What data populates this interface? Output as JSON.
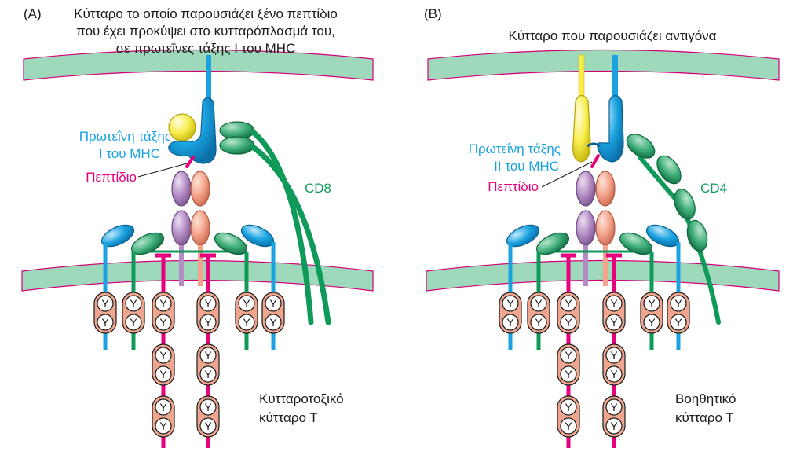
{
  "panelA": {
    "letter": "(A)",
    "title_line1": "Κύτταρο το οποίο παρουσιάζει ξένο πεπτίδιο",
    "title_line2": "που έχει προκύψει στο κυτταρόπλασμά του,",
    "title_line3": "σε πρωτεΐνες   τάξης Ι του MHC",
    "mhc_line1": "Πρωτεΐνη τάξης",
    "mhc_line2": "Ι του MHC",
    "peptide": "Πεπτίδιο",
    "coreceptor": "CD8",
    "cell_line1": "Κυτταροτοξικό",
    "cell_line2": "κύτταρο Τ"
  },
  "panelB": {
    "letter": "(B)",
    "title": "Κύτταρο που παρουσιάζει αντιγόνα",
    "mhc_line1": "Πρωτεΐνη τάξης",
    "mhc_line2": "ΙΙ του MHC",
    "peptide": "Πεπτίδιο",
    "coreceptor": "CD4",
    "cell_line1": "Βοηθητικό",
    "cell_line2": "κύτταρο Τ"
  },
  "itam_glyph": "Y",
  "colors": {
    "membrane": "#9fd9bc",
    "membrane_edge": "#d4007a",
    "mhc_blue": "#1aa3e0",
    "yellow": "#f7ee4d",
    "green": "#0f9a5a",
    "purple": "#b48cc4",
    "salmon": "#f4a38c",
    "magenta": "#e6007e",
    "itam": "#f0a68e"
  }
}
